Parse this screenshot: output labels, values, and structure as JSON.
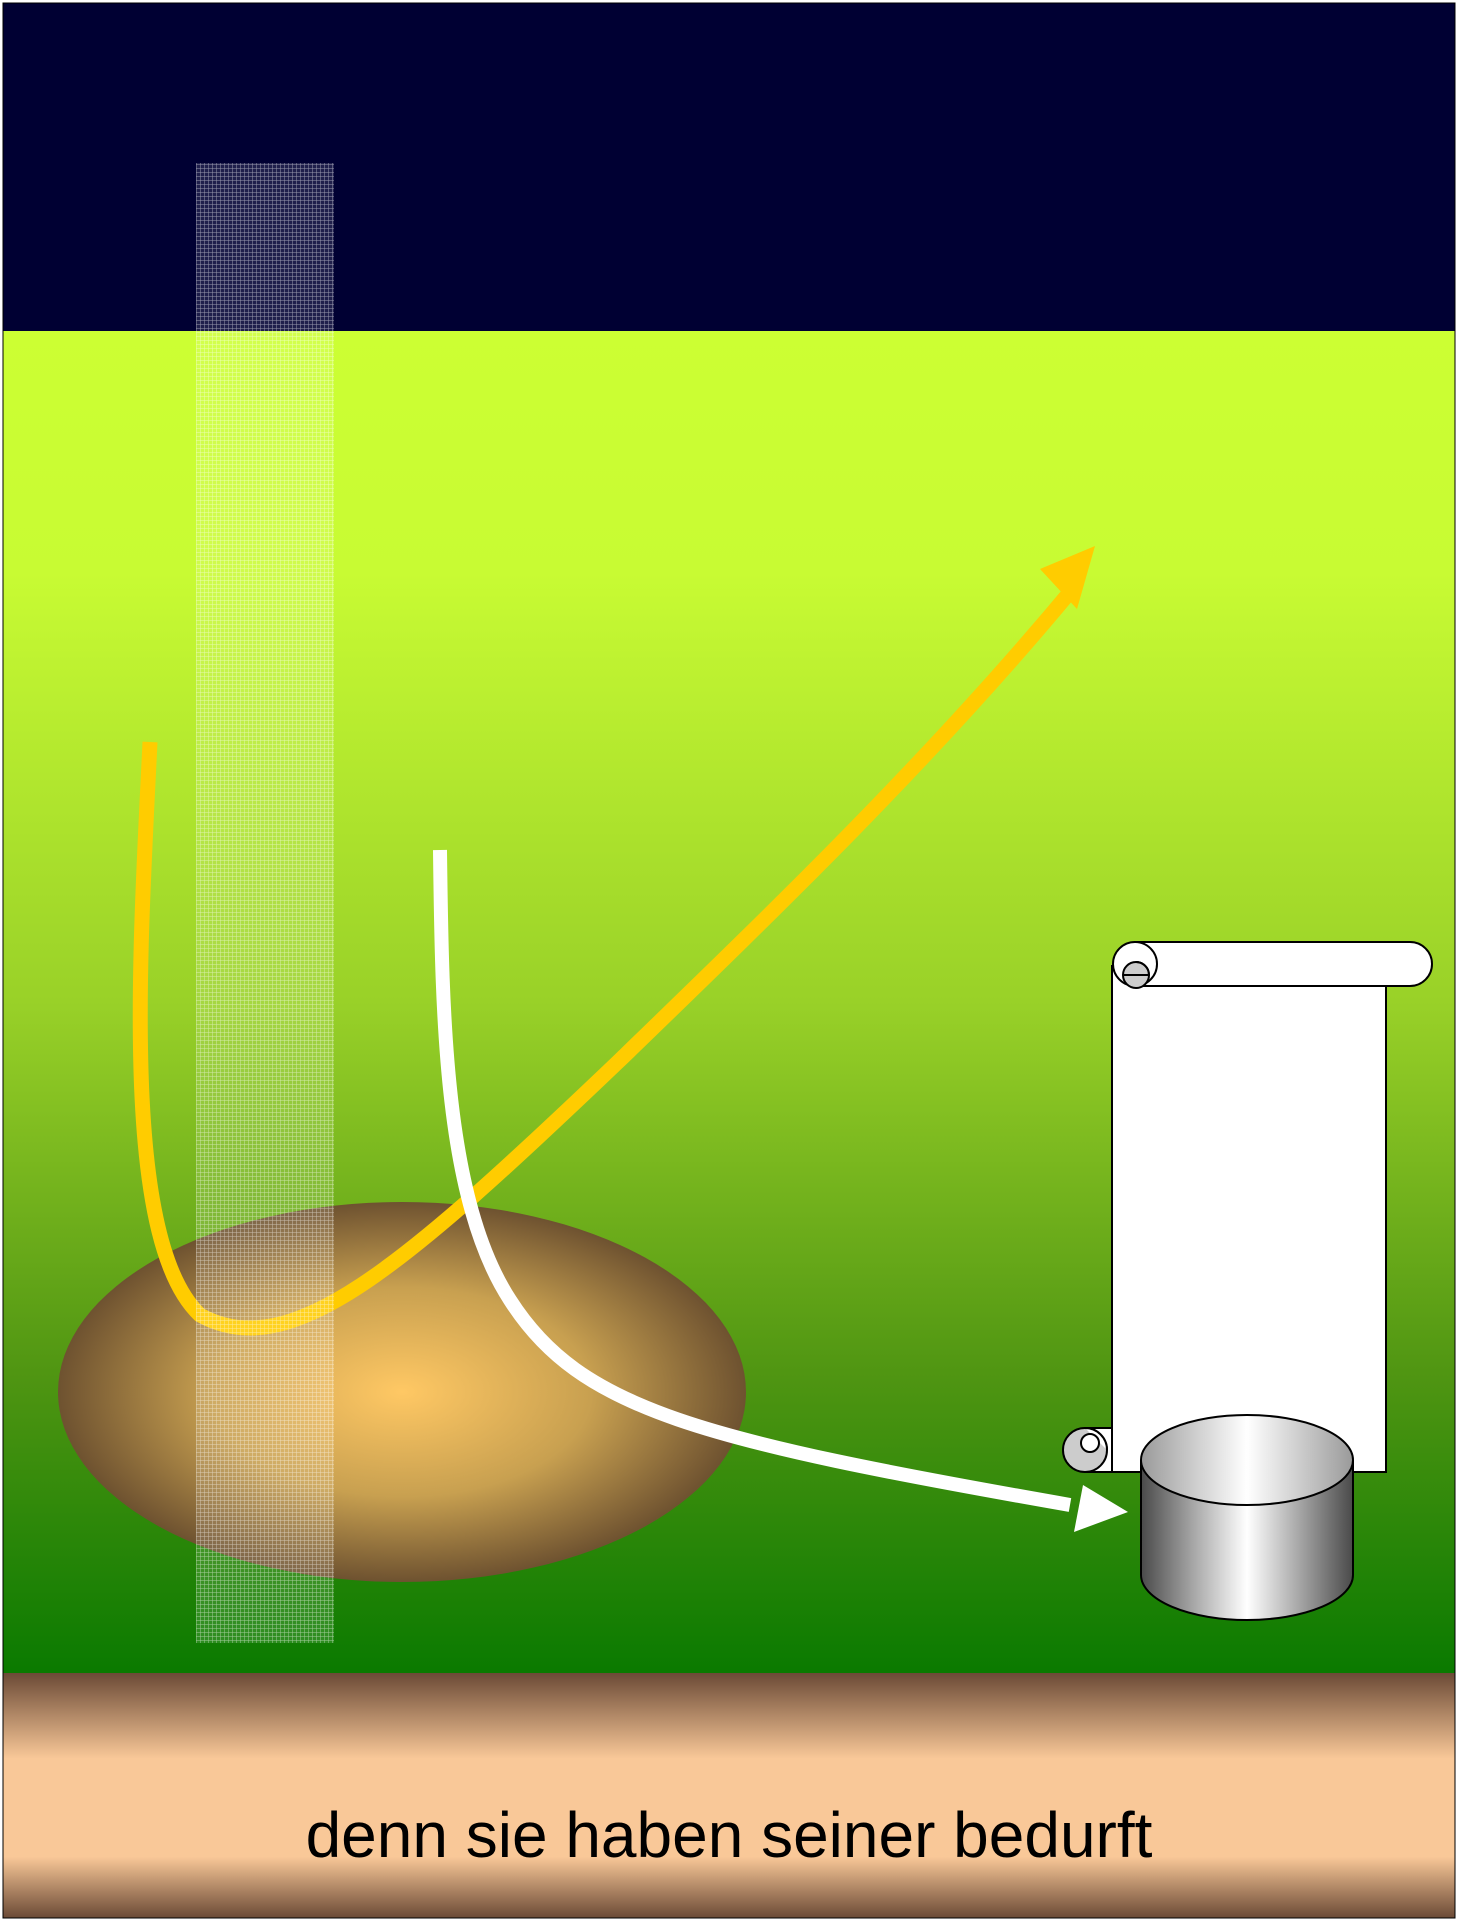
{
  "caption": "denn sie haben seiner bedurft",
  "colors": {
    "sky": "#000033",
    "field_top": "#ccff33",
    "field_bottom": "#0a7a00",
    "ground_light": "#f9c898",
    "ground_dark": "#6b4a36",
    "mound_center": "#ffc864",
    "mound_edge": "#6e5230",
    "gold_arrow": "#ffcc00",
    "white_arrow": "#ffffff",
    "scroll_paper": "#ffffff",
    "scroll_curl": "#cccccc"
  },
  "icons": [
    "translucent-light-column",
    "ground-mound",
    "gold-curved-arrow",
    "white-curved-arrow",
    "paper-scroll",
    "metal-cylinder"
  ]
}
